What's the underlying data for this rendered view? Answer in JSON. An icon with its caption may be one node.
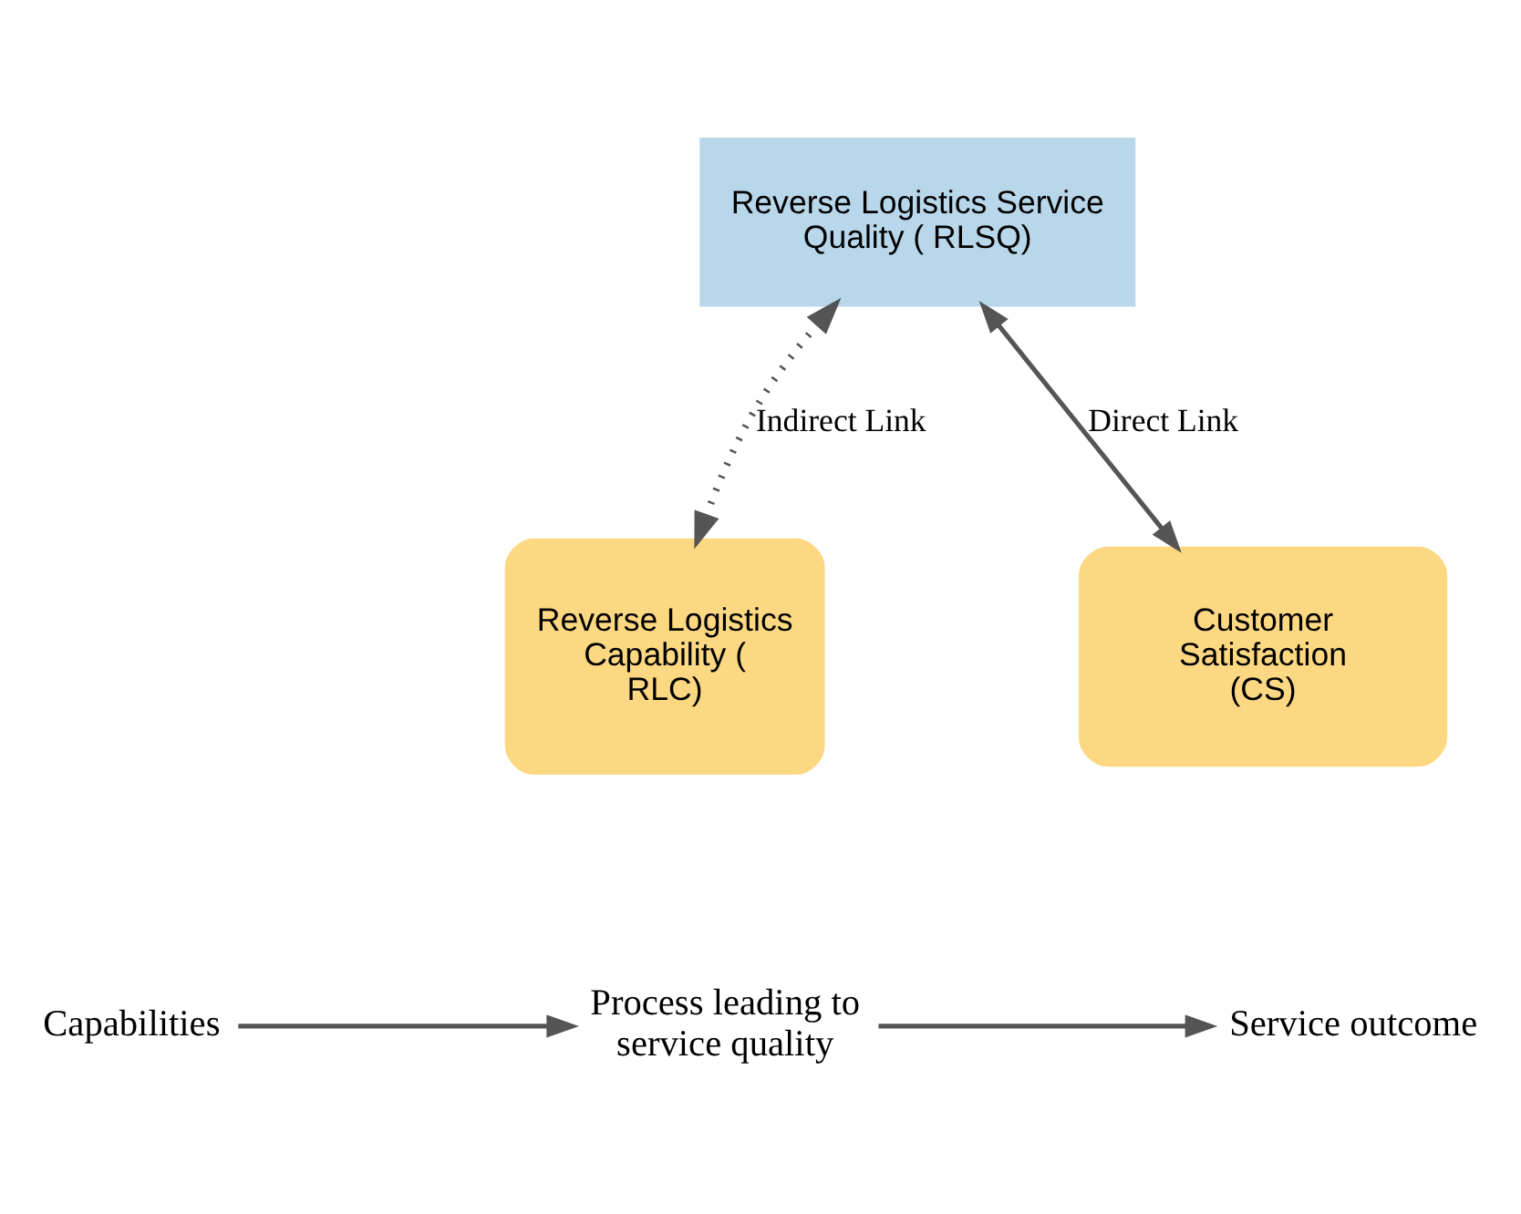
{
  "diagram": {
    "nodes": [
      {
        "text": [
          "Reverse Logistics Service Quality ( RLSQ)"
        ]
      },
      {
        "text": [
          "Reverse Logistics Capability ( RLC)"
        ]
      },
      {
        "text": [
          "Customer Satisfaction (CS)"
        ]
      },
      {
        "text": [
          "Capabilities"
        ]
      },
      {
        "text": [
          "Process leading to service quality"
        ]
      },
      {
        "text": [
          "Service outcome"
        ]
      }
    ],
    "edges": [
      {
        "from": 0,
        "to": 1,
        "arrow": "both",
        "label": "Indirect Link",
        "style": "dashed"
      },
      {
        "from": 0,
        "to": 2,
        "arrow": "both",
        "label": "Direct Link"
      },
      {
        "from": 3,
        "to": 4,
        "arrow": "to"
      },
      {
        "from": 4,
        "to": 5,
        "arrow": "to"
      }
    ]
  }
}
